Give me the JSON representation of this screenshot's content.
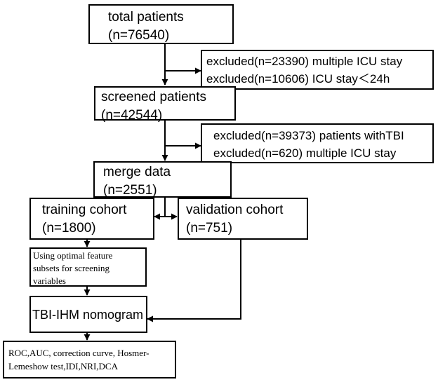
{
  "boxes": {
    "total_patients": {
      "line1": "total patients",
      "line2": "(n=76540)"
    },
    "exclusion_1": {
      "line1": "excluded(n=23390) multiple ICU stay",
      "line2": "excluded(n=10606) ICU stay＜24h"
    },
    "screened_patients": {
      "line1": "screened patients",
      "line2": "(n=42544)"
    },
    "exclusion_2": {
      "line1": "excluded(n=39373) patients withTBI",
      "line2": "excluded(n=620) multiple ICU stay"
    },
    "merge_data": {
      "line1": "merge data",
      "line2": "(n=2551)"
    },
    "training_cohort": {
      "line1": "training cohort",
      "line2": "(n=1800)"
    },
    "validation_cohort": {
      "line1": "validation cohort",
      "line2": "(n=751)"
    },
    "feature_selection": {
      "line1": "Using optimal feature",
      "line2": "subsets for screening",
      "line3": "variables"
    },
    "nomogram": {
      "line1": "TBI-IHM nomogram"
    },
    "evaluation": {
      "line1": "ROC,AUC, correction curve, Hosmer-",
      "line2": "Lemeshow test,IDI,NRI,DCA"
    }
  }
}
